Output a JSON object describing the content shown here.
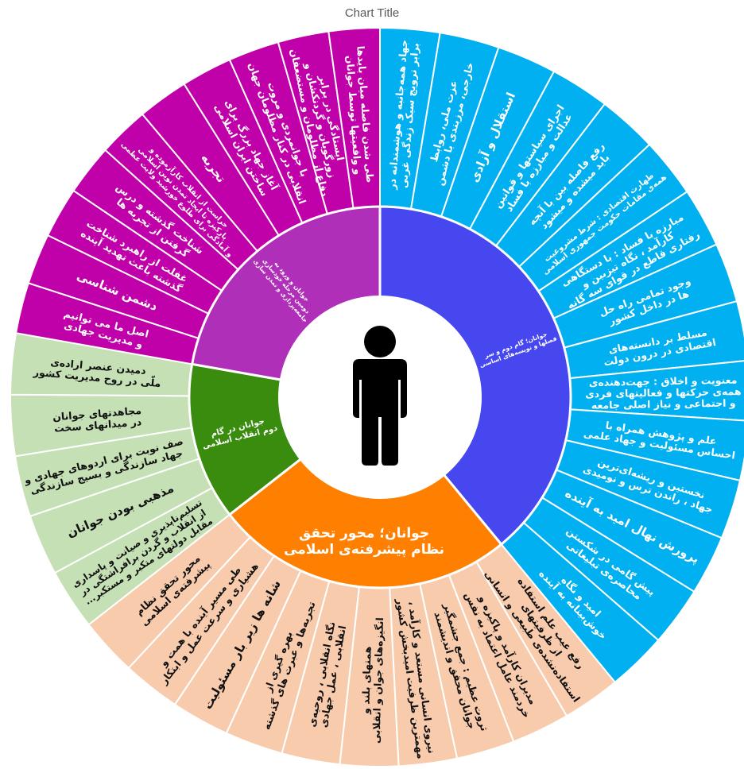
{
  "title": "Chart Title",
  "colors": {
    "blue_inner": "#4747f0",
    "blue_outer": "#00b0f0",
    "orange_inner": "#ff8000",
    "orange_outer": "#f8cbad",
    "green_inner": "#3a8c0e",
    "green_outer": "#c5e0b4",
    "purple_inner": "#b02fb8",
    "purple_outer": "#c000a8",
    "separator": "#ffffff",
    "center": "#ffffff",
    "icon": "#000000"
  },
  "center_icon": "person-icon",
  "chart_data": {
    "type": "sunburst",
    "title": "Chart Title",
    "groups": [
      {
        "name": "جوانان؛ گام دوم و سر فصلها و نویسه‌های اساسی",
        "color_key": "blue",
        "items": [
          "جهاد همه‌جانبه و هوشمندانه در برابر ترویج سبک زندگی غربی",
          "عزت ملی، روابط خارجی، مرزبندی با دشمن",
          "استقلال و آزادی",
          "اجرای سیاستها و قوانین عدالت و مبارزه با فساد",
          "رفع فاصله بین با آنچه باید میشده و میشود",
          "طهارت اقتصادی : شرط مشروعیت همه‌ی مقامات حکومت جمهوری اسلامی",
          "مبارزه با فساد : با دستگاهی کارآمد ، نگاه تیزبین و رفتاری قاطع در قوای سه گانه",
          "وجود تمامی راه حل ها در داخل کشور",
          "مسلط بر دانسته‌های اقتصادی در درون دولت",
          "معنویت و اخلاق : جهت‌دهنده‌ی همه‌ی حرکتها و فعالیتهای فردی و اجتماعی و نیاز اصلی جامعه",
          "علم و پژوهش همراه با احساس مسئولیت و جهاد علمی",
          "نخستین و ریشه‌ای‌ترین جهاد ، راندن ترس و نومیدی",
          "پرورش نهال امید به آینده",
          "پیش گامی در شکستن محاصره‌ی تبلیغاتی",
          "امید و نگاه خوش‌بینانه به آینده"
        ]
      },
      {
        "name": "جوانان؛ محور تحقق نظام پیشرفته‌ی اسلامی",
        "color_key": "orange",
        "items": [
          "رفع عیب علم استفاده از ظرفیتهای استفاده‌نشده‌ی طبیعی و انسانی",
          "مدیران کارآمد و پاکیزه و خردمند عامل اعتماد به نفس",
          "ثروت عظیم : جمع جشمگیر جوانان محقق و اندیشمند",
          "نیروی انسانی مستعد و کارآمد ، مهمترین ظرفیت امیدبخش کشور",
          "همتهای بلند و انگیزه‌های جوان و انقلابی",
          "نگاه انقلابی ، روحیه‌ی انقلابی ، عمل جهادی",
          "بهره گیری از تجربه‌ها و عبرت های گذشته",
          "شانه ها زیر بار مسئولیت",
          "طی مسیر آینده با همت و هشیاری و سرعت عمل و ابتکار",
          "محور تحقق نظام پیشرفته‌ی اسلامی"
        ]
      },
      {
        "name": "جوانان در گام دوم انقلاب اسلامی",
        "color_key": "green",
        "items": [
          "تسلیم‌ناپذیری و صیانت و پاسداری از انقلاب و گردن برافراشتگی در مقابل دولتهای متکبر و مستکبر...",
          "مذهبی بودن جوانان",
          "صف نوبت برای اردوهای جهادی و جهاد سازندگی و بسیج سازندگی",
          "مجاهدتهای جوانان در میدانهای سخت",
          "دمیدن عنصر اراده‌ی ملّی در روح مدیریت کشور"
        ]
      },
      {
        "name": "جوانان و ورود به دومین مرحله خودسازی جامعه‌پردازی و تمدن سازی",
        "color_key": "purple",
        "items": [
          "اصل ما می توانیم و مدیریت جهادی",
          "دشمن شناسی",
          "غفلت از راهبرد شناخت گذشته باعث تهدید آینده",
          "شناخت گذشته و درس گرفتن از تجربه ها",
          "حراست از انقلاب کارآزموده و پارکیزه تا ایجاد تمدن نوین اسلامی و آمادگی برای طلوع خورشید ولایت عظمی",
          "تجربه",
          "آغاز جهاد بزرگ برای ساختن ایران اسلامی",
          "با جوانمردی و مروت انقلابی در کنار مظلومان جهان",
          "ایستادگی در برابر زورگویان و گردنکشان و دفاع از مظلومان و مستضعفان",
          "طی شدن فاصله میان بایدها و واقعیتها توسط جوانان"
        ]
      }
    ]
  }
}
